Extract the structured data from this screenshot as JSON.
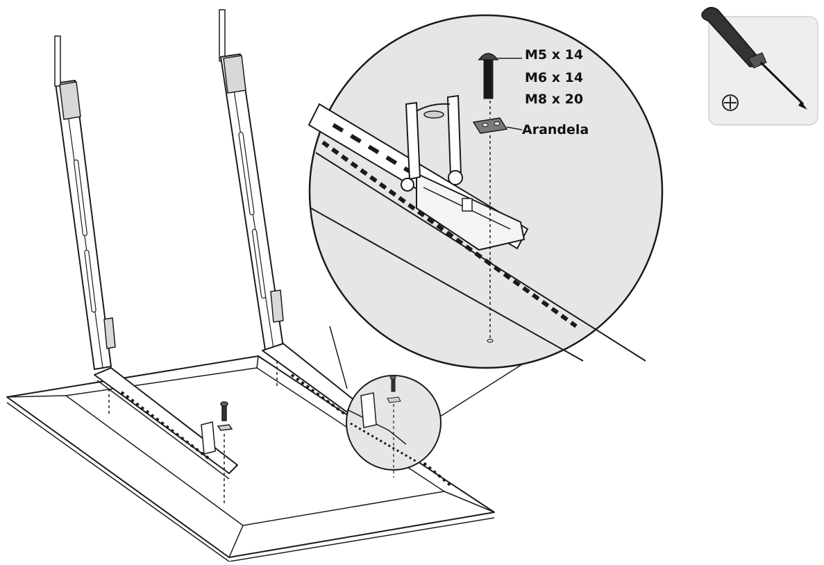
{
  "labels": {
    "screw_sizes": [
      "M5 x 14",
      "M6 x 14",
      "M8 x 20"
    ],
    "washer": "Arandela"
  },
  "tool": {
    "icon": "phillips-screwdriver-icon",
    "drive_symbol": "⊕"
  },
  "colors": {
    "line": "#1a1a1a",
    "detail_fill": "#e6e6e6",
    "tool_panel": "#eeeeee",
    "screwdriver_handle": "#333333"
  }
}
